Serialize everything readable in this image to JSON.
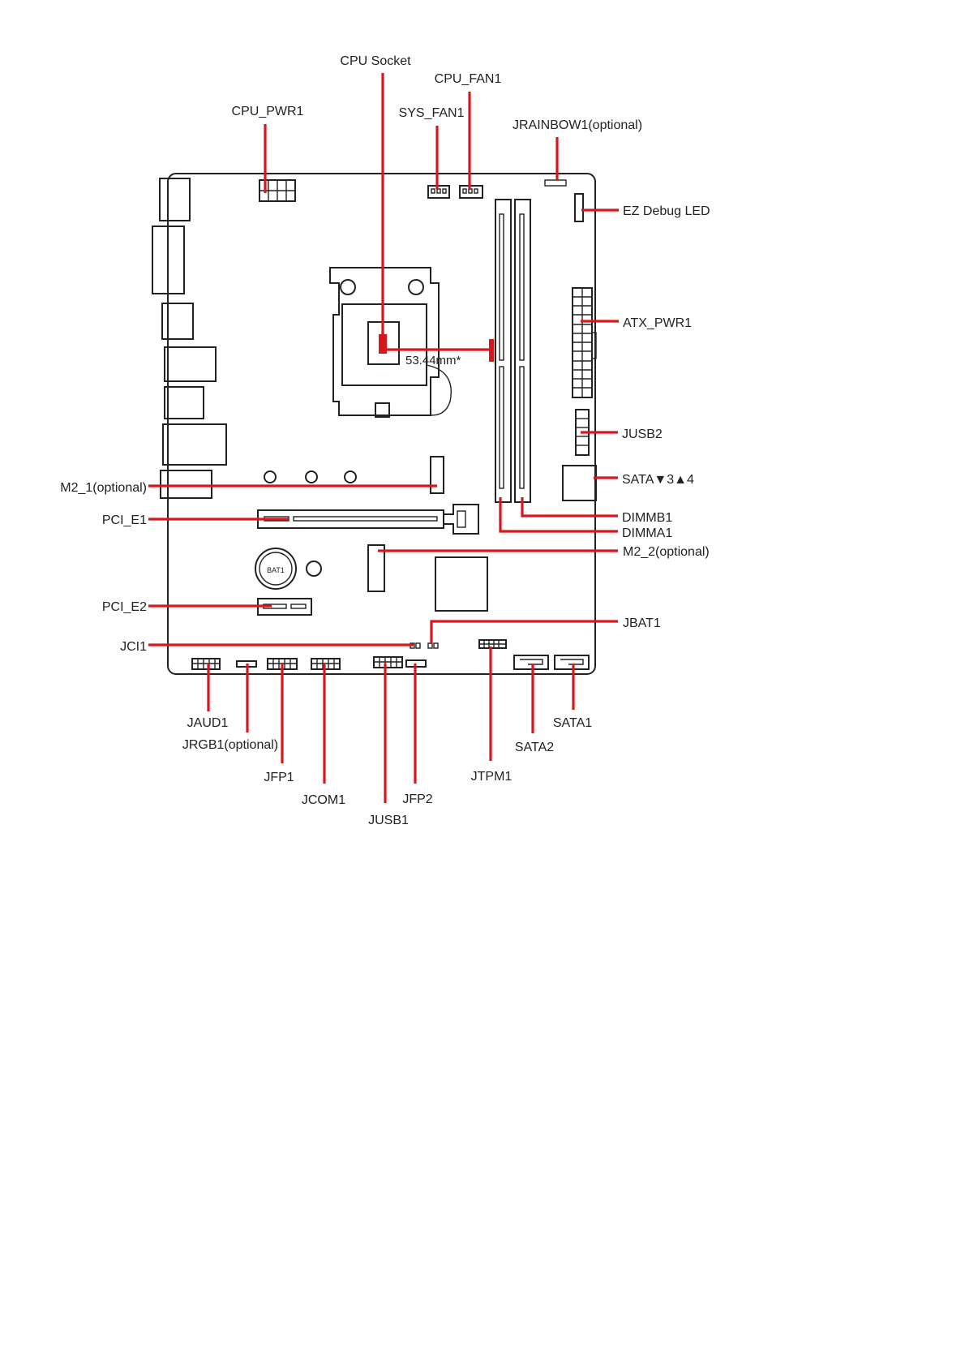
{
  "labels": {
    "cpu_socket": "CPU Socket",
    "cpu_fan1": "CPU_FAN1",
    "cpu_pwr1": "CPU_PWR1",
    "sys_fan1": "SYS_FAN1",
    "jrainbow1": "JRAINBOW1(optional)",
    "ez_debug_led": "EZ Debug LED",
    "atx_pwr1": "ATX_PWR1",
    "jusb2": "JUSB2",
    "sata34": "SATA▼3▲4",
    "dimmb1": "DIMMB1",
    "dimma1": "DIMMA1",
    "m2_1": "M2_1(optional)",
    "pci_e1": "PCI_E1",
    "m2_2": "M2_2(optional)",
    "pci_e2": "PCI_E2",
    "jbat1": "JBAT1",
    "jci1": "JCI1",
    "jaud1": "JAUD1",
    "jrgb1": "JRGB1(optional)",
    "jfp1": "JFP1",
    "jcom1": "JCOM1",
    "jusb1": "JUSB1",
    "jfp2": "JFP2",
    "jtpm1": "JTPM1",
    "sata2": "SATA2",
    "sata1": "SATA1",
    "clearance": "53.44mm*",
    "battery": "BAT1"
  },
  "colors": {
    "callout": "#d8161e",
    "outline": "#222222",
    "background": "#ffffff"
  }
}
